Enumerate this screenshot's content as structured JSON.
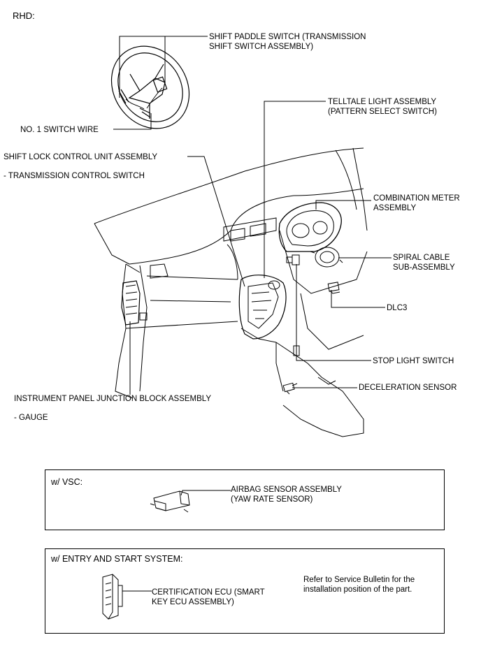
{
  "header": {
    "label": "RHD:"
  },
  "parts": {
    "shift_paddle_switch": "SHIFT PADDLE SWITCH (TRANSMISSION\nSHIFT SWITCH ASSEMBLY)",
    "telltale_light": "TELLTALE LIGHT ASSEMBLY\n(PATTERN SELECT SWITCH)",
    "no1_switch_wire": "NO. 1 SWITCH WIRE",
    "shift_lock_control": "SHIFT LOCK CONTROL UNIT ASSEMBLY",
    "transmission_control_switch": "- TRANSMISSION CONTROL SWITCH",
    "combination_meter": "COMBINATION METER\nASSEMBLY",
    "spiral_cable": "SPIRAL CABLE\nSUB-ASSEMBLY",
    "dlc3": "DLC3",
    "stop_light_switch": "STOP LIGHT SWITCH",
    "deceleration_sensor": "DECELERATION SENSOR",
    "instrument_panel_jb": "INSTRUMENT PANEL JUNCTION BLOCK ASSEMBLY",
    "gauge": "- GAUGE"
  },
  "vsc_box": {
    "title": "w/ VSC:",
    "airbag_sensor": "AIRBAG SENSOR ASSEMBLY\n(YAW RATE SENSOR)"
  },
  "entry_box": {
    "title": "w/ ENTRY AND START SYSTEM:",
    "certification_ecu": "CERTIFICATION ECU (SMART\nKEY ECU ASSEMBLY)",
    "note": "Refer to Service Bulletin for the\ninstallation position of the part."
  }
}
